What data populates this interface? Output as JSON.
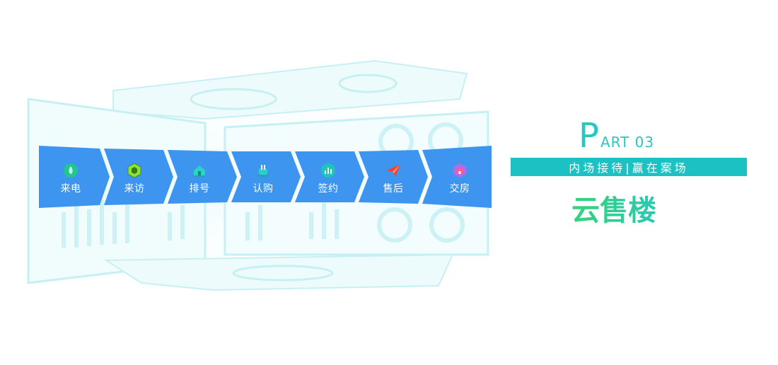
{
  "flow": {
    "steps": [
      {
        "label": "来电",
        "icon": "leaf-drop-icon"
      },
      {
        "label": "来访",
        "icon": "cube-icon"
      },
      {
        "label": "排号",
        "icon": "house-icon"
      },
      {
        "label": "认购",
        "icon": "fork-icon"
      },
      {
        "label": "签约",
        "icon": "chart-icon"
      },
      {
        "label": "售后",
        "icon": "paper-plane-icon"
      },
      {
        "label": "交房",
        "icon": "home-shield-icon"
      }
    ]
  },
  "part": {
    "letter": "P",
    "rest": "ART 03"
  },
  "tagline": "内场接待|赢在案场",
  "product_name": "云售楼",
  "colors": {
    "flow_blue": "#3d95f0",
    "teal": "#1cc1c4",
    "green": "#38d27a",
    "wire": "#bdeff2"
  }
}
